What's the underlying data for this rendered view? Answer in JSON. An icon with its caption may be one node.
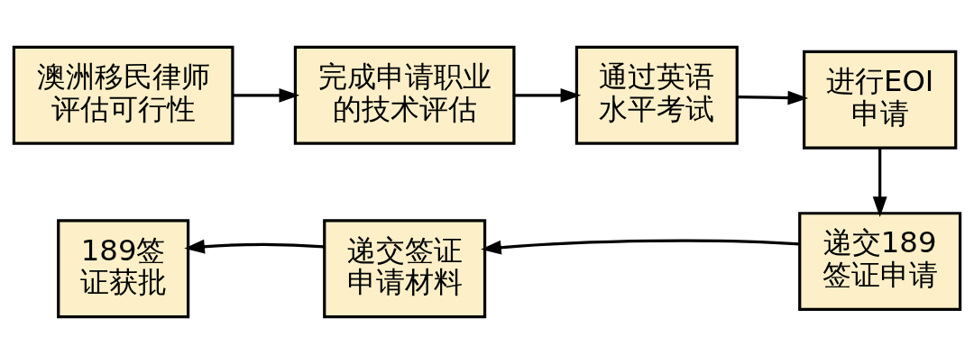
{
  "diagram": {
    "nodes": [
      {
        "text": [
          "澳洲移民律师评估可行性"
        ]
      },
      {
        "text": [
          "完成申请职业的技术评估"
        ]
      },
      {
        "text": [
          "通过英语水平考试"
        ]
      },
      {
        "text": [
          "进行EOI申请"
        ]
      },
      {
        "text": [
          "递交189签证申请"
        ]
      },
      {
        "text": [
          "递交签证申请材料"
        ]
      },
      {
        "text": [
          "189签证获批"
        ]
      }
    ],
    "edges": [
      {
        "from": 0,
        "to": 1,
        "arrow": "to"
      },
      {
        "from": 1,
        "to": 2,
        "arrow": "to"
      },
      {
        "from": 2,
        "to": 3,
        "arrow": "to"
      },
      {
        "from": 3,
        "to": 4,
        "arrow": "to"
      },
      {
        "from": 4,
        "to": 5,
        "arrow": "to"
      },
      {
        "from": 5,
        "to": 6,
        "arrow": "to"
      }
    ]
  }
}
